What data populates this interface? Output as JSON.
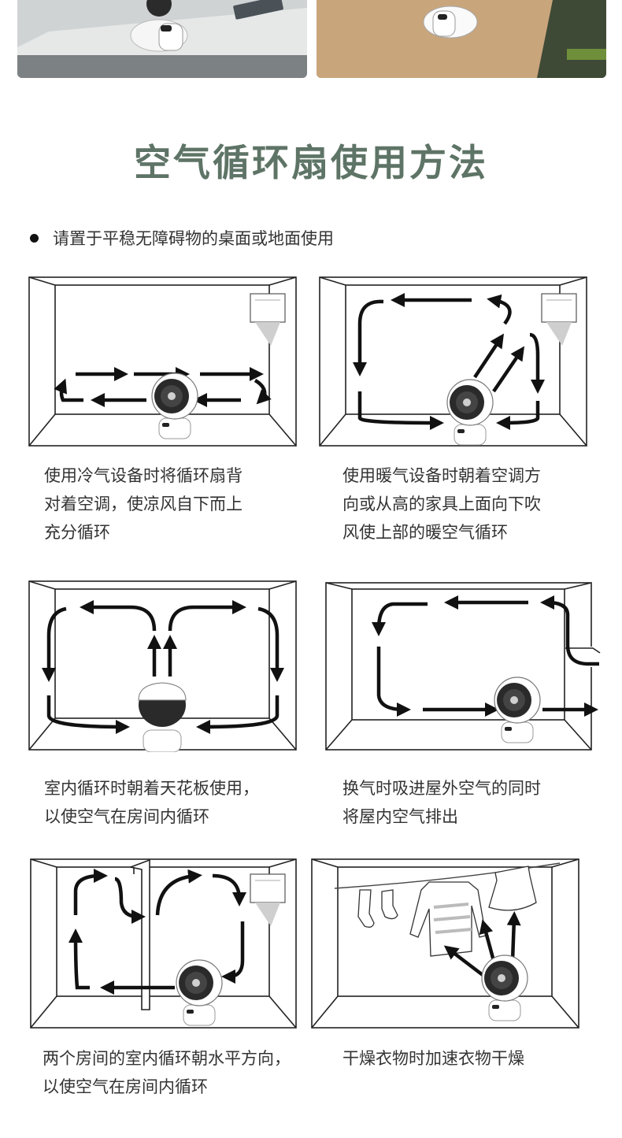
{
  "title": "空气循环扇使用方法",
  "note": "请置于平稳无障碍物的桌面或地面使用",
  "captions": {
    "cool": [
      "使用冷气设备时将循环扇背",
      "对着空调，使凉风自下而上",
      "充分循环"
    ],
    "warm": [
      "使用暖气设备时朝着空调方",
      "向或从高的家具上面向下吹",
      "风使上部的暖空气循环"
    ],
    "ceiling": [
      "室内循环时朝着天花板使用，",
      "以使空气在房间内循环"
    ],
    "ventilate": [
      "换气时吸进屋外空气的同时",
      "将屋内空气排出"
    ],
    "two_rooms": [
      "两个房间的室内循环朝水平方向，",
      "以使空气在房间内循环"
    ],
    "laundry": [
      "干燥衣物时加速衣物干燥"
    ]
  },
  "icons": [
    "fan-icon",
    "air-conditioner-icon",
    "arrow-icon",
    "clothes-icon"
  ],
  "colors": {
    "title": "#5e7466",
    "line": "#222222",
    "text": "#333333"
  }
}
